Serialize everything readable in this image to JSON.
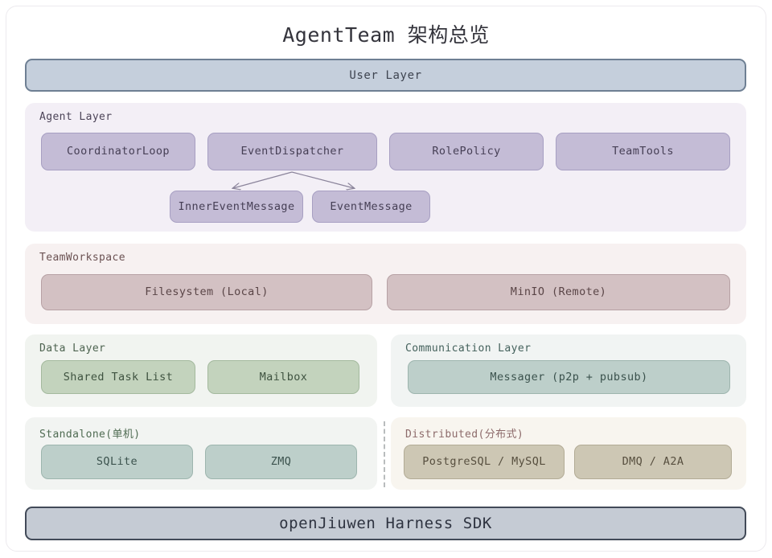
{
  "title": "AgentTeam 架构总览",
  "bands": {
    "user_layer": "User Layer",
    "sdk_layer": "openJiuwen Harness SDK"
  },
  "groups": {
    "agent_layer": {
      "title": "Agent Layer",
      "nodes": [
        {
          "label": "CoordinatorLoop"
        },
        {
          "label": "EventDispatcher"
        },
        {
          "label": "RolePolicy"
        },
        {
          "label": "TeamTools"
        },
        {
          "label": "InnerEventMessage"
        },
        {
          "label": "EventMessage"
        }
      ]
    },
    "team_workspace": {
      "title": "TeamWorkspace",
      "nodes": [
        {
          "label": "Filesystem (Local)"
        },
        {
          "label": "MinIO (Remote)"
        }
      ]
    },
    "data_layer": {
      "title": "Data Layer",
      "nodes": [
        {
          "label": "Shared Task List"
        },
        {
          "label": "Mailbox"
        }
      ]
    },
    "communication_layer": {
      "title": "Communication Layer",
      "nodes": [
        {
          "label": "Messager (p2p + pubsub)"
        }
      ]
    },
    "standalone": {
      "title": "Standalone(单机)",
      "nodes": [
        {
          "label": "SQLite"
        },
        {
          "label": "ZMQ"
        }
      ]
    },
    "distributed": {
      "title": "Distributed(分布式)",
      "nodes": [
        {
          "label": "PostgreSQL / MySQL"
        },
        {
          "label": "DMQ / A2A"
        }
      ]
    }
  },
  "colors": {
    "user_layer_fill": "#c5cfdc",
    "user_layer_border": "#6e7f93",
    "sdk_layer_fill": "#c5cbd4",
    "sdk_layer_border": "#424a58",
    "agent_node_fill": "#c4bcd6",
    "workspace_node_fill": "#d3c1c3",
    "data_node_fill": "#c3d3bd",
    "comm_node_fill": "#bdcfca",
    "distributed_node_fill": "#cdc7b4",
    "standalone_label": "#4f6b52",
    "distributed_label": "#8d6b6b",
    "arrow_stroke": "#8b849b"
  }
}
